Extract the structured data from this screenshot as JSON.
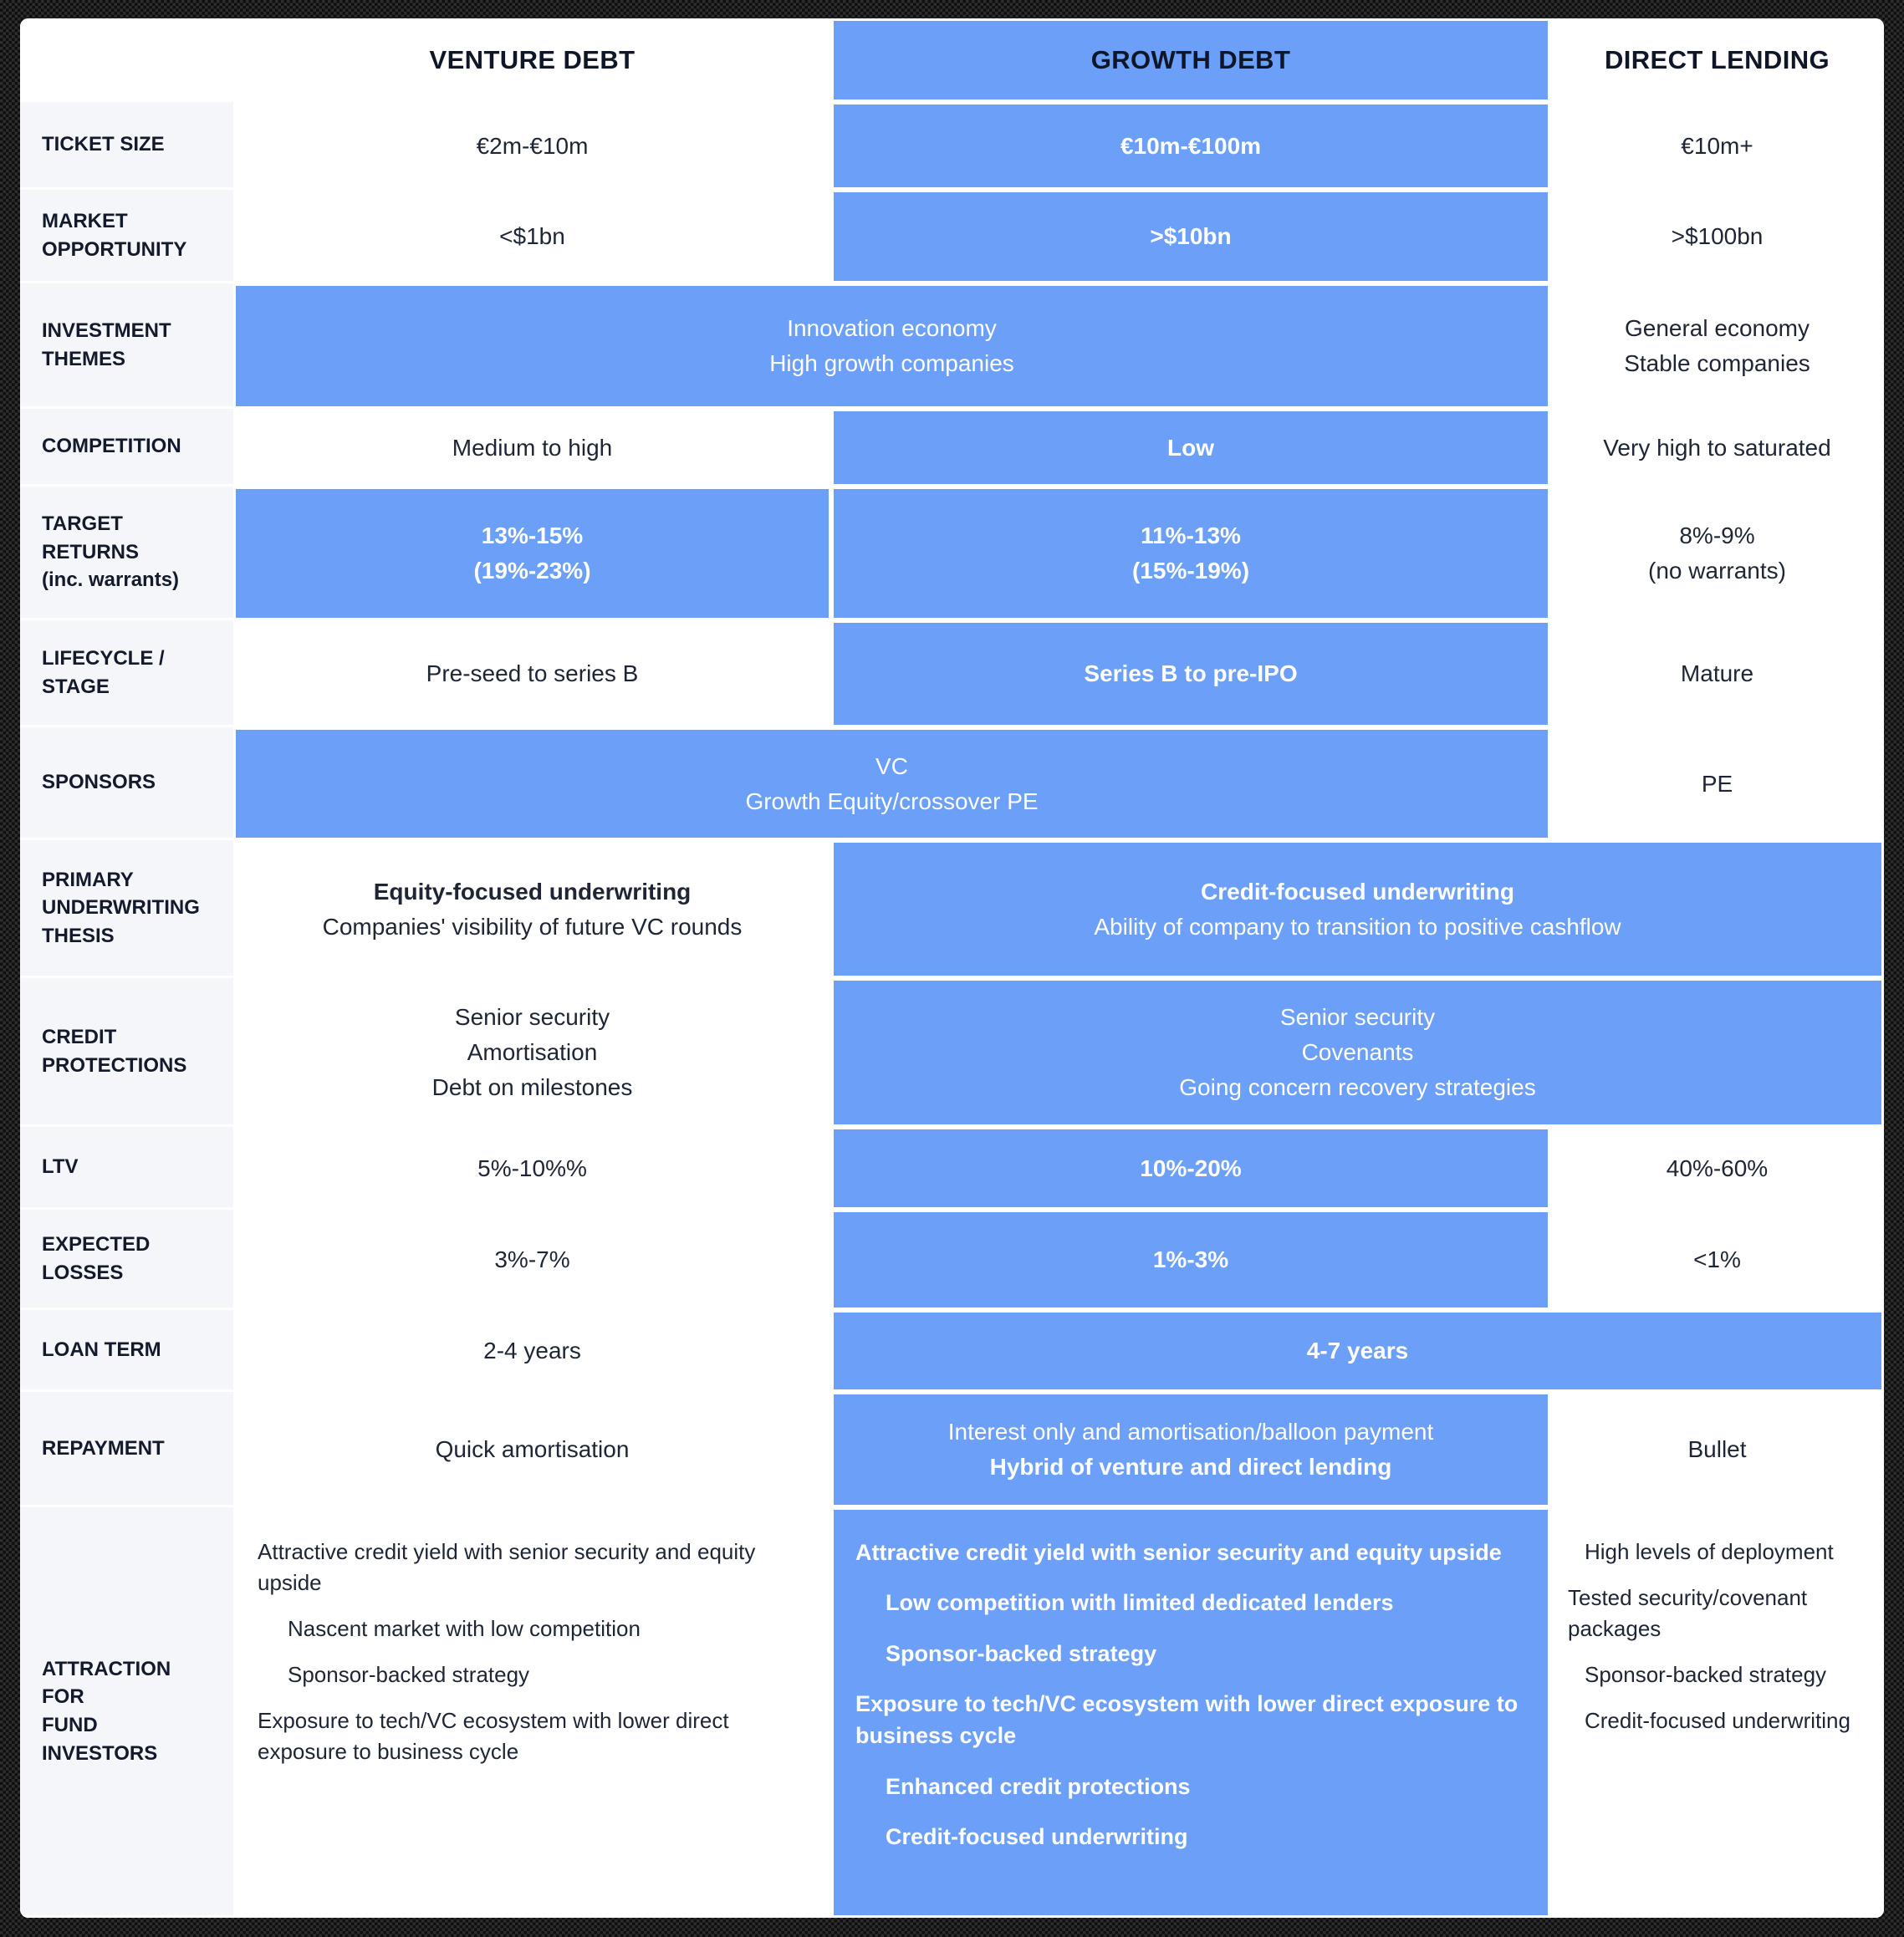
{
  "header": {
    "venture": "VENTURE DEBT",
    "growth": "GROWTH DEBT",
    "direct": "DIRECT LENDING"
  },
  "colors": {
    "accent_blue": "#6B9FF8",
    "label_column_bg": "#F5F6F9"
  },
  "rows": {
    "ticket_size": {
      "label_lines": [
        "TICKET SIZE"
      ],
      "venture": "€2m-€10m",
      "growth": "€10m-€100m",
      "direct": "€10m+"
    },
    "market_opportunity": {
      "label_lines": [
        "MARKET",
        "OPPORTUNITY"
      ],
      "venture": "<$1bn",
      "growth": ">$10bn",
      "direct": ">$100bn"
    },
    "investment_themes": {
      "label_lines": [
        "INVESTMENT",
        "THEMES"
      ],
      "span_lines": [
        "Innovation economy",
        "High growth companies"
      ],
      "direct_lines": [
        "General economy",
        "Stable companies"
      ]
    },
    "competition": {
      "label_lines": [
        "COMPETITION"
      ],
      "venture": "Medium to high",
      "growth": "Low",
      "direct": "Very high to saturated"
    },
    "target_returns": {
      "label_lines": [
        "TARGET",
        "RETURNS",
        "(inc. warrants)"
      ],
      "venture_lines": [
        "13%-15%",
        "(19%-23%)"
      ],
      "growth_lines": [
        "11%-13%",
        "(15%-19%)"
      ],
      "direct_lines": [
        "8%-9%",
        "(no warrants)"
      ]
    },
    "lifecycle_stage": {
      "label_lines": [
        "LIFECYCLE /",
        "STAGE"
      ],
      "venture": "Pre-seed to series B",
      "growth": "Series B to pre-IPO",
      "direct": "Mature"
    },
    "sponsors": {
      "label_lines": [
        "SPONSORS"
      ],
      "span_lines": [
        "VC",
        "Growth Equity/crossover PE"
      ],
      "direct": "PE"
    },
    "primary_underwriting_thesis": {
      "label_lines": [
        "PRIMARY",
        "UNDERWRITING",
        "THESIS"
      ],
      "venture_title": "Equity-focused underwriting",
      "venture_sub": "Companies' visibility of future VC rounds",
      "span_title": "Credit-focused underwriting",
      "span_sub": "Ability of company to transition to positive cashflow"
    },
    "credit_protections": {
      "label_lines": [
        "CREDIT",
        "PROTECTIONS"
      ],
      "venture_lines": [
        "Senior security",
        "Amortisation",
        "Debt on milestones"
      ],
      "span_lines": [
        "Senior security",
        "Covenants",
        "Going concern recovery strategies"
      ]
    },
    "ltv": {
      "label_lines": [
        "LTV"
      ],
      "venture": "5%-10%%",
      "growth": "10%-20%",
      "direct": "40%-60%"
    },
    "expected_losses": {
      "label_lines": [
        "EXPECTED",
        "LOSSES"
      ],
      "venture": "3%-7%",
      "growth": "1%-3%",
      "direct": "<1%"
    },
    "loan_term": {
      "label_lines": [
        "LOAN TERM"
      ],
      "venture": "2-4 years",
      "span": "4-7 years"
    },
    "repayment": {
      "label_lines": [
        "REPAYMENT"
      ],
      "venture": "Quick amortisation",
      "growth_line1": "Interest only and amortisation/balloon payment",
      "growth_line2": "Hybrid of venture and direct lending",
      "direct": "Bullet"
    },
    "attraction": {
      "label_lines": [
        "ATTRACTION",
        "FOR",
        "FUND",
        "INVESTORS"
      ],
      "venture_items": [
        "Attractive credit yield with senior security and equity upside",
        "Nascent market with low competition",
        "Sponsor-backed strategy",
        "Exposure to tech/VC ecosystem with lower direct exposure to business cycle"
      ],
      "growth_items": [
        "Attractive credit yield with senior security and equity upside",
        "Low competition with limited dedicated lenders",
        "Sponsor-backed strategy",
        "Exposure to tech/VC ecosystem with lower direct exposure to business cycle",
        "Enhanced credit protections",
        "Credit-focused underwriting"
      ],
      "direct_items": [
        "High levels of deployment",
        "Tested security/covenant packages",
        "Sponsor-backed strategy",
        "Credit-focused underwriting"
      ]
    }
  },
  "chart_data": {
    "type": "table",
    "columns": [
      "",
      "VENTURE DEBT",
      "GROWTH DEBT",
      "DIRECT LENDING"
    ],
    "rows": [
      [
        "TICKET SIZE",
        "€2m-€10m",
        "€10m-€100m",
        "€10m+"
      ],
      [
        "MARKET OPPORTUNITY",
        "<$1bn",
        ">$10bn",
        ">$100bn"
      ],
      [
        "INVESTMENT THEMES",
        "Innovation economy / High growth companies",
        "Innovation economy / High growth companies",
        "General economy / Stable companies"
      ],
      [
        "COMPETITION",
        "Medium to high",
        "Low",
        "Very high to saturated"
      ],
      [
        "TARGET RETURNS (inc. warrants)",
        "13%-15% (19%-23%)",
        "11%-13% (15%-19%)",
        "8%-9% (no warrants)"
      ],
      [
        "LIFECYCLE / STAGE",
        "Pre-seed to series B",
        "Series B to pre-IPO",
        "Mature"
      ],
      [
        "SPONSORS",
        "VC / Growth Equity/crossover PE",
        "VC / Growth Equity/crossover PE",
        "PE"
      ],
      [
        "PRIMARY UNDERWRITING THESIS",
        "Equity-focused underwriting: Companies' visibility of future VC rounds",
        "Credit-focused underwriting: Ability of company to transition to positive cashflow",
        "Credit-focused underwriting: Ability of company to transition to positive cashflow"
      ],
      [
        "CREDIT PROTECTIONS",
        "Senior security / Amortisation / Debt on milestones",
        "Senior security / Covenants / Going concern recovery strategies",
        "Senior security / Covenants / Going concern recovery strategies"
      ],
      [
        "LTV",
        "5%-10%%",
        "10%-20%",
        "40%-60%"
      ],
      [
        "EXPECTED LOSSES",
        "3%-7%",
        "1%-3%",
        "<1%"
      ],
      [
        "LOAN TERM",
        "2-4 years",
        "4-7 years",
        "4-7 years"
      ],
      [
        "REPAYMENT",
        "Quick amortisation",
        "Interest only and amortisation/balloon payment / Hybrid of venture and direct lending",
        "Bullet"
      ],
      [
        "ATTRACTION FOR FUND INVESTORS",
        "Attractive credit yield with senior security and equity upside / Nascent market with low competition / Sponsor-backed strategy / Exposure to tech/VC ecosystem with lower direct exposure to business cycle",
        "Attractive credit yield with senior security and equity upside / Low competition with limited dedicated lenders / Sponsor-backed strategy / Exposure to tech/VC ecosystem with lower direct exposure to business cycle / Enhanced credit protections / Credit-focused underwriting",
        "High levels of deployment / Tested security/covenant packages / Sponsor-backed strategy / Credit-focused underwriting"
      ]
    ]
  }
}
